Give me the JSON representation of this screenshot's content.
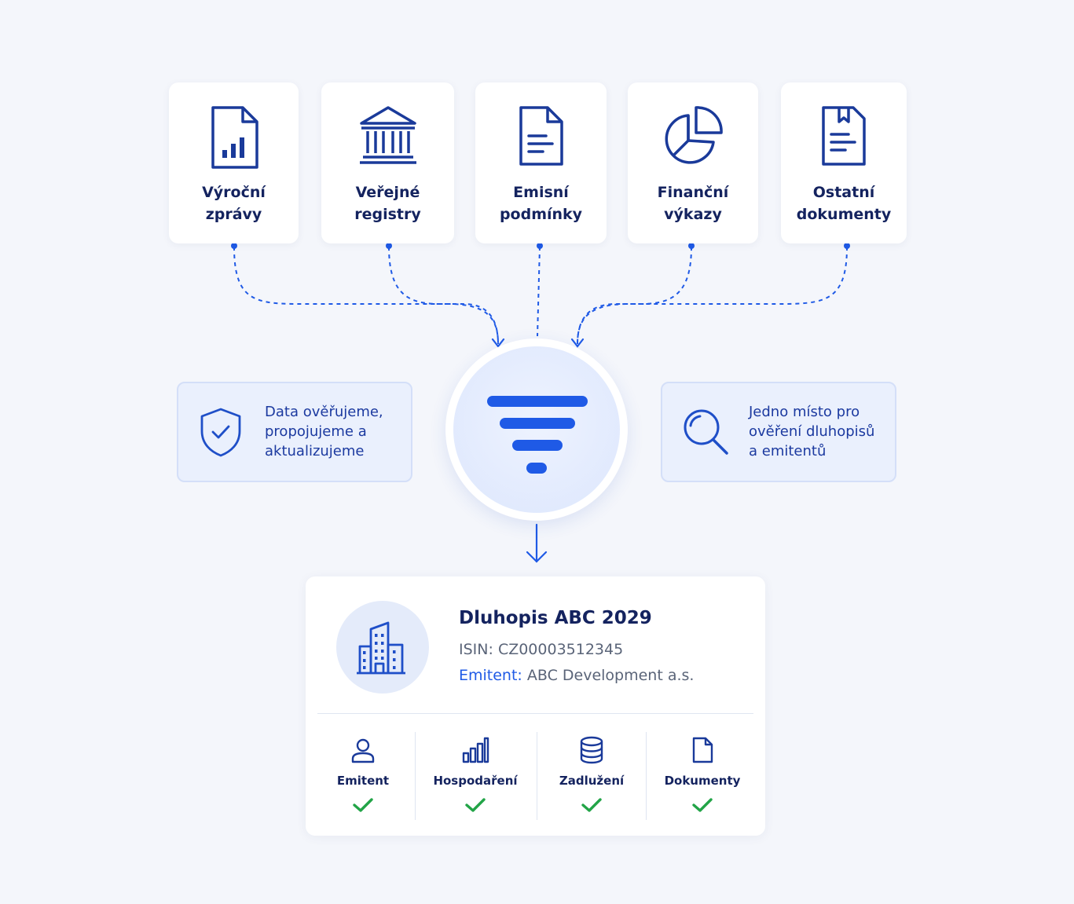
{
  "sources": [
    {
      "label": "Výroční\nzprávy",
      "icon": "annual-report-icon"
    },
    {
      "label": "Veřejné\nregistry",
      "icon": "institution-icon"
    },
    {
      "label": "Emisní\npodmínky",
      "icon": "document-icon"
    },
    {
      "label": "Finanční\nvýkazy",
      "icon": "pie-chart-icon"
    },
    {
      "label": "Ostatní\ndokumenty",
      "icon": "bookmark-document-icon"
    }
  ],
  "left_note": {
    "text": "Data ověřujeme,\npropojujeme a\naktualizujeme",
    "icon": "shield-check-icon"
  },
  "right_note": {
    "text": "Jedno místo pro\nověření dluhopisů\na emitentů",
    "icon": "search-icon"
  },
  "result": {
    "title": "Dluhopis ABC 2029",
    "isin_label": "ISIN:",
    "isin_value": "CZ00003512345",
    "issuer_label": "Emitent:",
    "issuer_value": "ABC Development a.s.",
    "metrics": [
      {
        "label": "Emitent",
        "icon": "user-icon",
        "status": "check"
      },
      {
        "label": "Hospodaření",
        "icon": "bar-chart-icon",
        "status": "check"
      },
      {
        "label": "Zadlužení",
        "icon": "database-icon",
        "status": "check"
      },
      {
        "label": "Dokumenty",
        "icon": "file-icon",
        "status": "check"
      }
    ]
  },
  "colors": {
    "navy": "#14235f",
    "icon_navy": "#1a3a9a",
    "accent_blue": "#1f5ae6",
    "check_green": "#22a447",
    "background": "#f4f6fb"
  }
}
